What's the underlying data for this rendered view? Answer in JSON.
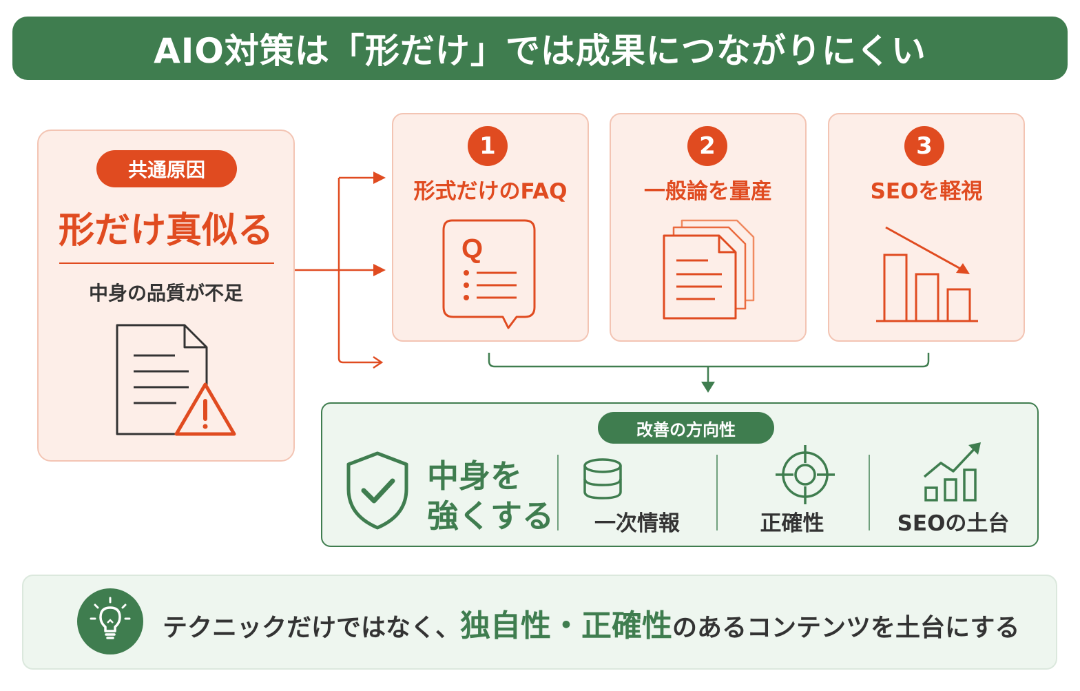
{
  "header": {
    "title": "AIO対策は「形だけ」では成果につながりにくい"
  },
  "cause": {
    "badge": "共通原因",
    "headline": "形だけ真似る",
    "subtitle": "中身の品質が不足"
  },
  "steps": [
    {
      "number": "1",
      "title": "形式だけのFAQ"
    },
    {
      "number": "2",
      "title": "一般論を量産"
    },
    {
      "number": "3",
      "title": "SEOを軽視"
    }
  ],
  "direction": {
    "badge": "改善の方向性",
    "main_line1": "中身を",
    "main_line2": "強くする",
    "items": [
      {
        "label": "一次情報",
        "icon": "database-icon"
      },
      {
        "label": "正確性",
        "icon": "target-icon"
      },
      {
        "label": "SEOの土台",
        "icon": "growth-chart-icon"
      }
    ]
  },
  "bottom": {
    "text_before": "テクニックだけではなく、",
    "highlight": "独自性・正確性",
    "text_after": "のあるコンテンツを土台にする",
    "icon": "lightbulb-icon"
  },
  "colors": {
    "accent_orange": "#e04b20",
    "accent_green": "#3f7d4f",
    "card_bg": "#fdeee8",
    "green_bg": "#eef6ef"
  }
}
